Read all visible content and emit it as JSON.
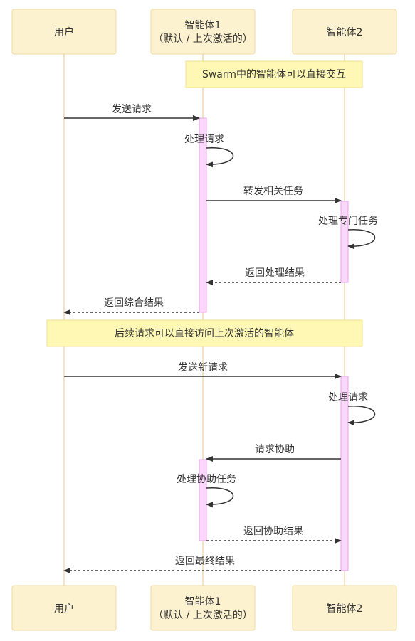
{
  "participants": [
    {
      "id": "user",
      "lines": [
        "用户"
      ]
    },
    {
      "id": "agent1",
      "lines": [
        "智能体1",
        "（默认 / 上次激活的）"
      ]
    },
    {
      "id": "agent2",
      "lines": [
        "智能体2"
      ]
    }
  ],
  "notes": [
    {
      "text": "Swarm中的智能体可以直接交互"
    },
    {
      "text": "后续请求可以直接访问上次激活的智能体"
    }
  ],
  "messages": [
    {
      "text": "发送请求"
    },
    {
      "text": "处理请求"
    },
    {
      "text": "转发相关任务"
    },
    {
      "text": "处理专门任务"
    },
    {
      "text": "返回处理结果"
    },
    {
      "text": "返回综合结果"
    },
    {
      "text": "发送新请求"
    },
    {
      "text": "处理请求"
    },
    {
      "text": "请求协助"
    },
    {
      "text": "处理协助任务"
    },
    {
      "text": "返回协助结果"
    },
    {
      "text": "返回最终结果"
    }
  ],
  "colors": {
    "actor_fill": "#fdf2d0",
    "actor_stroke": "#f0d9a0",
    "lifeline": "#f3d9b0",
    "note_fill": "#fef8b4",
    "note_stroke": "#f0e29a",
    "activation_fill": "#fbd7fb",
    "activation_stroke": "#e8a6ec",
    "arrow": "#333333"
  }
}
